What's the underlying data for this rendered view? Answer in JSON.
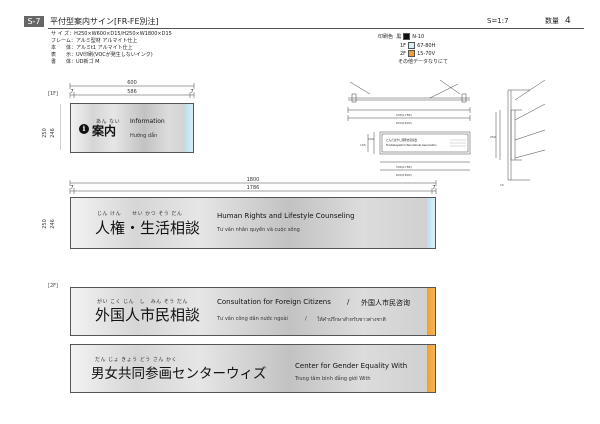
{
  "header": {
    "code": "S-7",
    "title": "平付型案内サイン[FR-FE別注]",
    "scale": "S=1:7",
    "qty_label": "数量",
    "qty_value": "4"
  },
  "specs": [
    "サ イ ズ：H250×W600×D15/H250×W1800×D15",
    "フレーム：アルミ型材 アルマイト仕上",
    "本　　体：アルミt1 アルマイト仕上",
    "表　　示：UV印刷(VOCが発生しないインク)",
    "書　　体：UD新ゴ M"
  ],
  "print_colors": {
    "label": "印刷色",
    "black_label": "黒",
    "black_code": "N-10",
    "rows": [
      {
        "floor": "1F",
        "code": "67-80H",
        "color": "#d8eef7"
      },
      {
        "floor": "2F",
        "code": "15-70V",
        "color": "#f0a030"
      }
    ],
    "note": "その他データなりにて"
  },
  "floor_labels": {
    "f1": "[1F]",
    "f2": "[2F]"
  },
  "dims": {
    "small_w": "600",
    "small_inner": "586",
    "small_side": "7",
    "small_h": "250",
    "small_h_inner": "246",
    "large_w": "1800",
    "large_inner": "1786",
    "large_side": "7",
    "large_h": "250",
    "large_h_inner": "246",
    "detail_h1": "105",
    "detail_h2": "100",
    "detail_w1": "596(1786)",
    "detail_w2": "600(1800)",
    "side_depth": "15"
  },
  "signs": {
    "info": {
      "icon": "i",
      "jp": "案内",
      "ruby": "あん ない",
      "en": "Information",
      "vi": "Hướng dẫn"
    },
    "human_rights": {
      "jp": "人権・生活相談",
      "ruby": "じん けん　　せい かつ そう だん",
      "en": "Human Rights and Lifestyle Counseling",
      "vi": "Tư vấn nhân quyền và cuộc sống"
    },
    "foreign": {
      "jp": "外国人市民相談",
      "ruby": "がい こく じん　し　みん そう だん",
      "en": "Consultation for Foreign Citizens",
      "sep": "/",
      "cn": "外国人市民咨询",
      "vi": "Tư vấn công dân nước ngoài",
      "sep2": "/",
      "th": "ให้คำปรึกษาสำหรับชาวต่างชาติ"
    },
    "gender": {
      "jp": "男女共同参画センターウィズ",
      "ruby": "だん じょ きょう どう さん かく",
      "en": "Center for Gender Equality With",
      "vi": "Trung tâm bình đẳng giới With"
    }
  },
  "detail_plate": {
    "jp": "とんだばやし国際交流協会",
    "en": "Tondabayashi International Association"
  }
}
